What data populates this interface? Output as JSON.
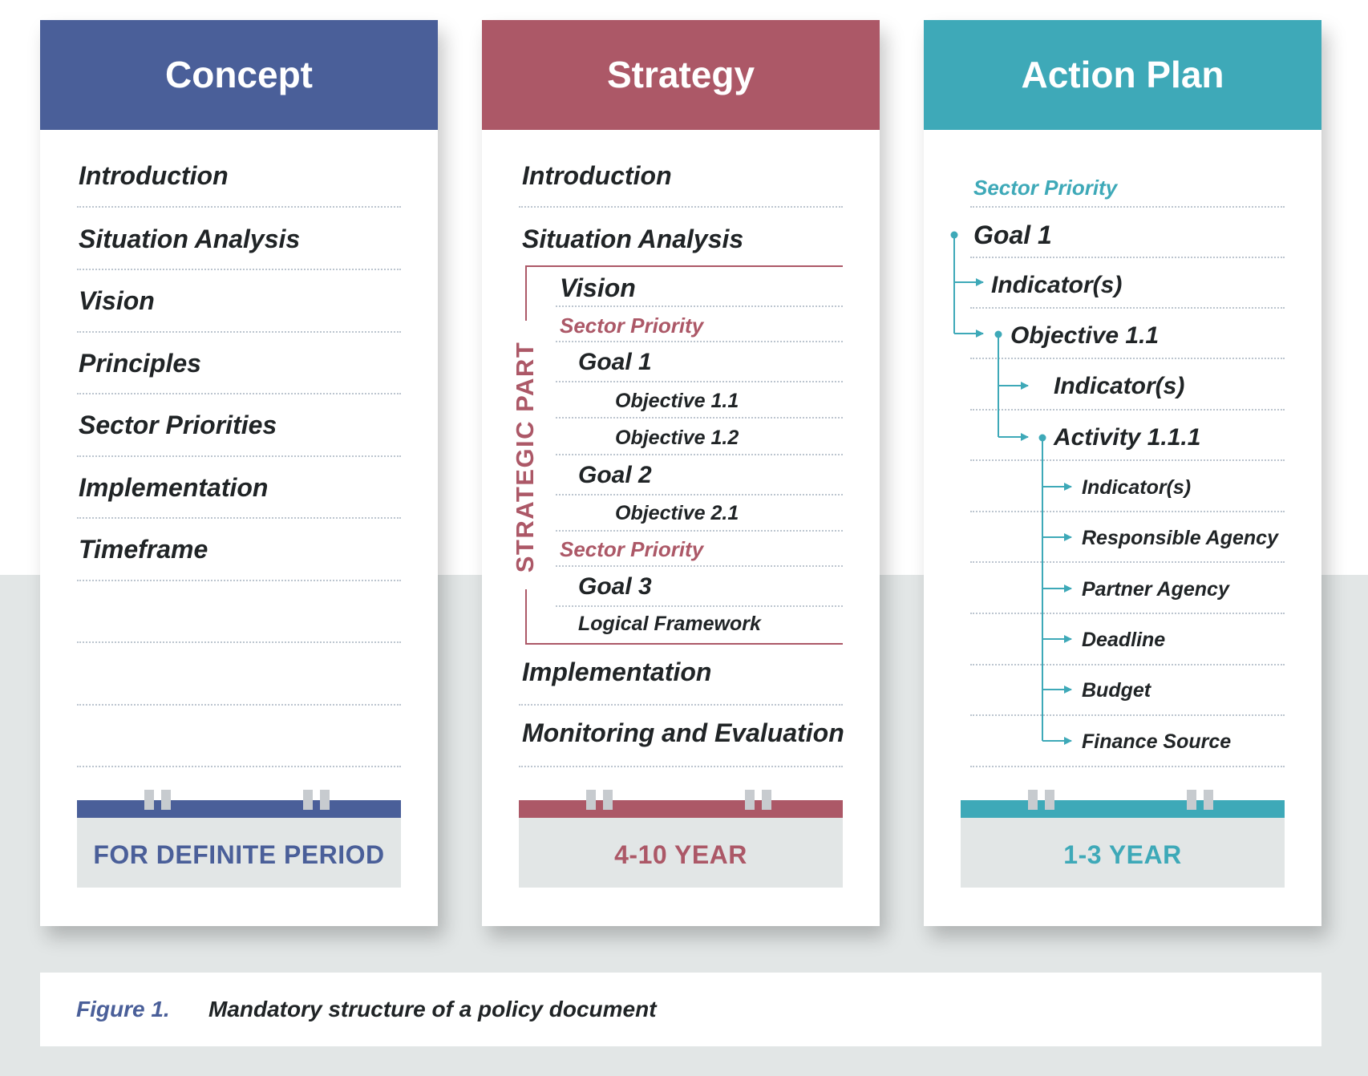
{
  "colors": {
    "concept": "#4a5f99",
    "strategy": "#ac5867",
    "action_plan": "#3ea9b8",
    "band": "#e2e6e6",
    "divider": "#bcc5cf"
  },
  "concept": {
    "title": "Concept",
    "items": [
      "Introduction",
      "Situation Analysis",
      "Vision",
      "Principles",
      "Sector Priorities",
      "Implementation",
      "Timeframe"
    ],
    "period": "FOR DEFINITE PERIOD"
  },
  "strategy": {
    "title": "Strategy",
    "items": {
      "introduction": "Introduction",
      "situation_analysis": "Situation Analysis",
      "vision": "Vision",
      "sector_priority_1": "Sector Priority",
      "goal_1": "Goal 1",
      "objective_1_1": "Objective 1.1",
      "objective_1_2": "Objective 1.2",
      "goal_2": "Goal 2",
      "objective_2_1": "Objective 2.1",
      "sector_priority_2": "Sector Priority",
      "goal_3": "Goal 3",
      "logical_framework": "Logical Framework",
      "implementation": "Implementation",
      "monitoring": "Monitoring and Evaluation"
    },
    "strategic_part_label": "STRATEGIC PART",
    "period": "4-10 YEAR"
  },
  "action_plan": {
    "title": "Action Plan",
    "items": {
      "sector_priority": "Sector Priority",
      "goal_1": "Goal 1",
      "indicators_goal": "Indicator(s)",
      "objective_1_1": "Objective 1.1",
      "indicators_objective": "Indicator(s)",
      "activity_1_1_1": "Activity 1.1.1",
      "indicators_activity": "Indicator(s)",
      "responsible_agency": "Responsible Agency",
      "partner_agency": "Partner Agency",
      "deadline": "Deadline",
      "budget": "Budget",
      "finance_source": "Finance Source"
    },
    "period": "1-3 YEAR"
  },
  "caption": {
    "label": "Figure 1.",
    "text": "Mandatory structure of a policy document"
  }
}
